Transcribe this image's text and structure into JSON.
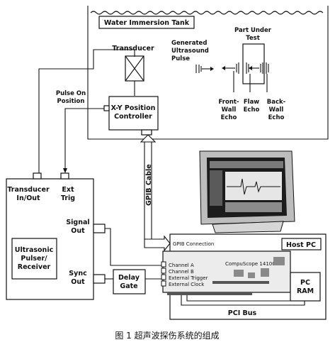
{
  "tank": {
    "title": "Water Immersion Tank",
    "transducer": "Transducer",
    "pulse": [
      "Generated",
      "Ultrasound",
      "Pulse"
    ],
    "part": [
      "Part Under",
      "Test"
    ],
    "echoes": {
      "front": [
        "Front-",
        "Wall",
        "Echo"
      ],
      "flaw": [
        "Flaw",
        "Echo"
      ],
      "back": [
        "Back-",
        "Wall",
        "Echo"
      ]
    }
  },
  "controller": {
    "label": [
      "X-Y Position",
      "Controller"
    ],
    "pulse_on_position": [
      "Pulse On",
      "Position"
    ]
  },
  "gpib_cable": "GPIB Cable",
  "pulser": {
    "transducer_io": [
      "Transducer",
      "In/Out"
    ],
    "ext_trig": [
      "Ext",
      "Trig"
    ],
    "signal_out": [
      "Signal",
      "Out"
    ],
    "name": [
      "Ultrasonic",
      "Pulser/",
      "Receiver"
    ],
    "sync_out": [
      "Sync",
      "Out"
    ]
  },
  "delay_gate": [
    "Delay",
    "Gate"
  ],
  "host_pc": {
    "title": "Host PC",
    "gpib_connection": "GPIB Connection",
    "card": "CompuScope 14100",
    "channels": [
      "Channel A",
      "Channel B",
      "External Trigger",
      "External Clock"
    ],
    "ram": [
      "PC",
      "RAM"
    ],
    "bus": "PCI Bus"
  },
  "caption": "图 1 超声波探伤系统的组成"
}
